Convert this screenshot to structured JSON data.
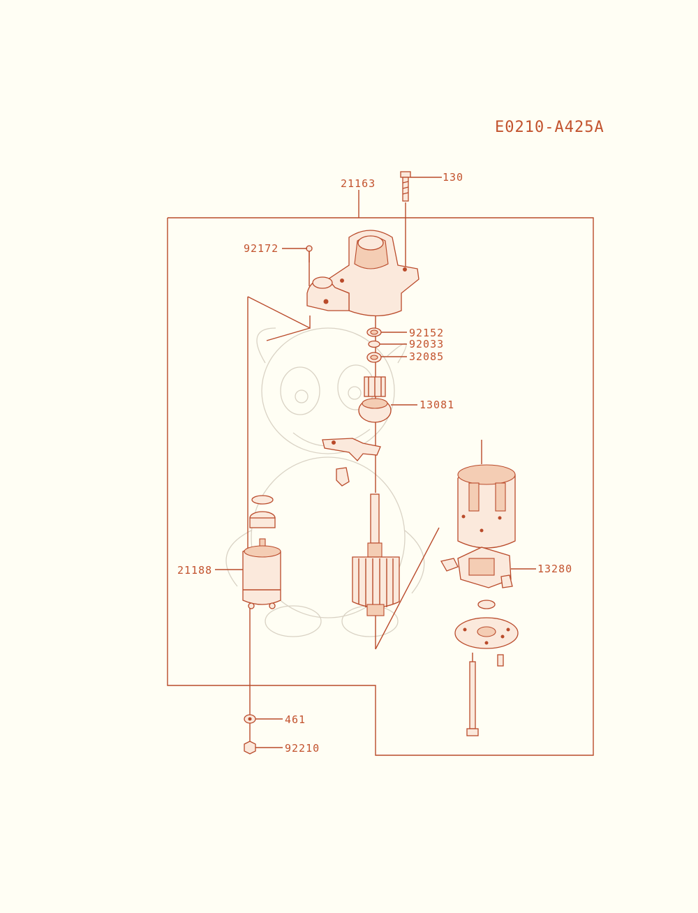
{
  "diagram_code": "E0210-A425A",
  "callouts": [
    {
      "id": "130",
      "label": "130"
    },
    {
      "id": "21163",
      "label": "21163"
    },
    {
      "id": "92172",
      "label": "92172"
    },
    {
      "id": "92152",
      "label": "92152"
    },
    {
      "id": "92033",
      "label": "92033"
    },
    {
      "id": "32085",
      "label": "32085"
    },
    {
      "id": "13081",
      "label": "13081"
    },
    {
      "id": "13280",
      "label": "13280"
    },
    {
      "id": "21188",
      "label": "21188"
    },
    {
      "id": "461",
      "label": "461"
    },
    {
      "id": "92210",
      "label": "92210"
    }
  ],
  "colors": {
    "accent": "#c2522d",
    "background": "#fffef4"
  }
}
